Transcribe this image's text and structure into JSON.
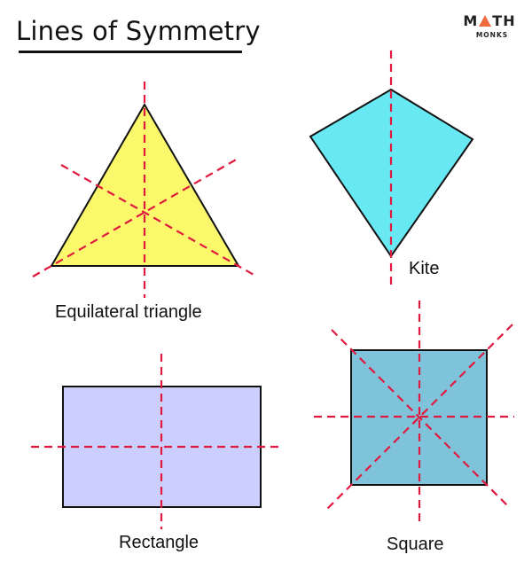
{
  "header": {
    "title": "Lines of Symmetry",
    "logo": {
      "top_left": "M",
      "top_right": "TH",
      "bottom": "MONKS",
      "accent": "#ee6a3d"
    }
  },
  "colors": {
    "symmetry_line": "#e0193f",
    "outline": "#111111",
    "triangle_fill": "#fbf86b",
    "kite_fill": "#67e8f2",
    "rectangle_fill": "#cccffd",
    "square_fill": "#7fc3db"
  },
  "shapes": [
    {
      "name": "Equilateral triangle",
      "label": "Equilateral triangle",
      "lines_of_symmetry": 3
    },
    {
      "name": "Kite",
      "label": "Kite",
      "lines_of_symmetry": 1
    },
    {
      "name": "Rectangle",
      "label": "Rectangle",
      "lines_of_symmetry": 2
    },
    {
      "name": "Square",
      "label": "Square",
      "lines_of_symmetry": 4
    }
  ]
}
